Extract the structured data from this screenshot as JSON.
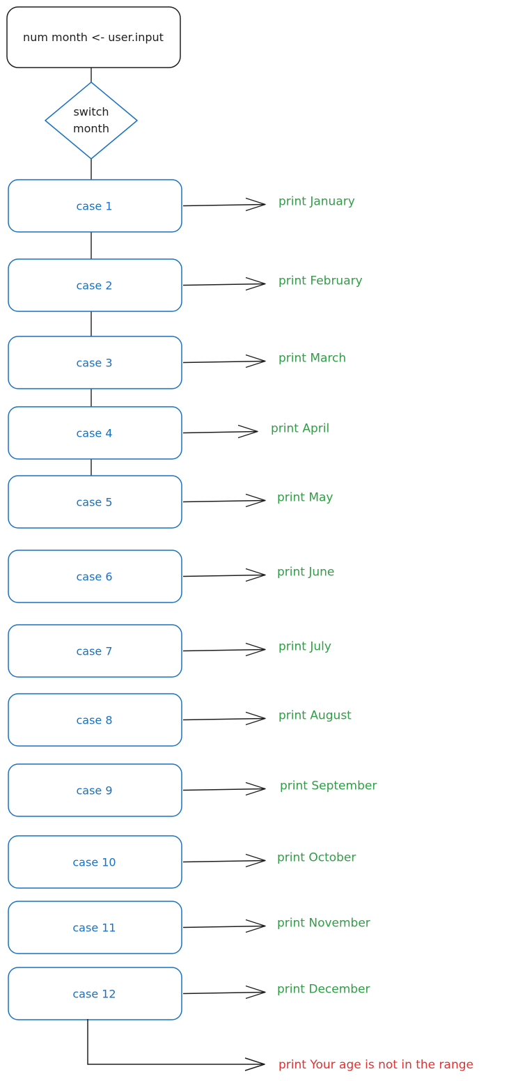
{
  "start": {
    "text": "num month <- user.input"
  },
  "decision": {
    "line1": "switch",
    "line2": "month"
  },
  "cases": [
    {
      "label": "case 1",
      "output": "print January"
    },
    {
      "label": "case 2",
      "output": "print February"
    },
    {
      "label": "case 3",
      "output": "print March"
    },
    {
      "label": "case 4",
      "output": "print April"
    },
    {
      "label": "case 5",
      "output": "print May"
    },
    {
      "label": "case 6",
      "output": "print June"
    },
    {
      "label": "case 7",
      "output": "print July"
    },
    {
      "label": "case 8",
      "output": "print August"
    },
    {
      "label": "case 9",
      "output": "print September"
    },
    {
      "label": "case 10",
      "output": "print October"
    },
    {
      "label": "case 11",
      "output": "print November"
    },
    {
      "label": "case 12",
      "output": "print December"
    }
  ],
  "default": {
    "output": "print Your age is not in the range"
  },
  "colors": {
    "stroke_dark": "#1e1e1e",
    "case_blue": "#1971c2",
    "output_green": "#2f9e44",
    "default_red": "#e03131"
  }
}
